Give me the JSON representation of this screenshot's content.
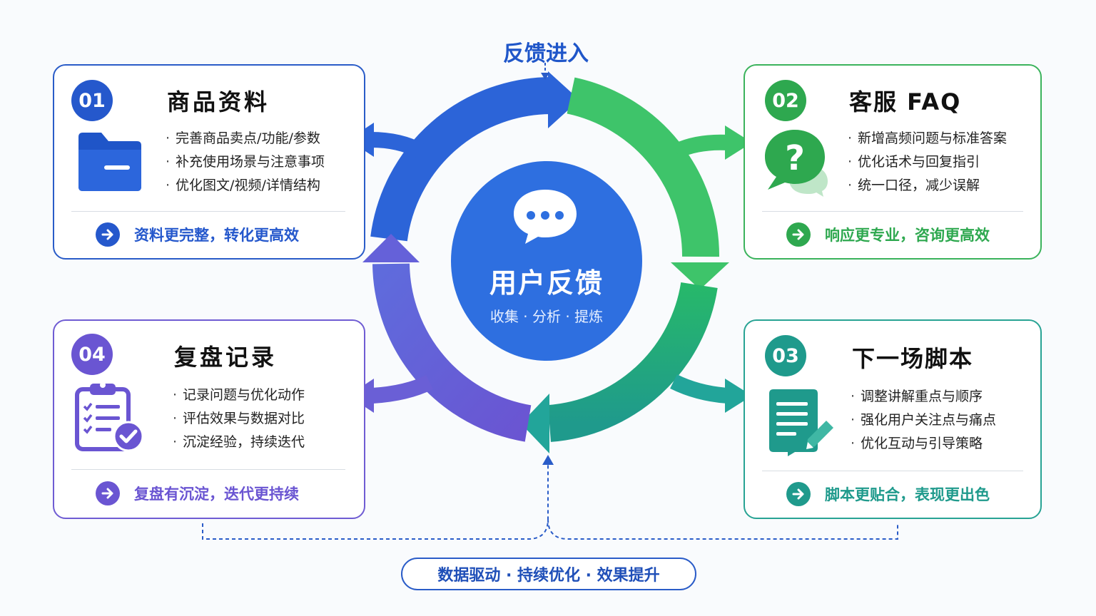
{
  "top_label": "反馈进入",
  "center": {
    "title": "用户反馈",
    "subtitle": "收集 · 分析 · 提炼",
    "icon": "chat-bubble-icon"
  },
  "cards": [
    {
      "badge": "01",
      "title": "商品资料",
      "icon": "folder-icon",
      "color": "#2558cc",
      "bullets": [
        "完善商品卖点/功能/参数",
        "补充使用场景与注意事项",
        "优化图文/视频/详情结构"
      ],
      "footer": "资料更完整，转化更高效"
    },
    {
      "badge": "02",
      "title": "客服 FAQ",
      "icon": "question-bubble-icon",
      "color": "#2ea84f",
      "bullets": [
        "新增高频问题与标准答案",
        "优化话术与回复指引",
        "统一口径，减少误解"
      ],
      "footer": "响应更专业，咨询更高效"
    },
    {
      "badge": "03",
      "title": "下一场脚本",
      "icon": "document-edit-icon",
      "color": "#1f9a8c",
      "bullets": [
        "调整讲解重点与顺序",
        "强化用户关注点与痛点",
        "优化互动与引导策略"
      ],
      "footer": "脚本更贴合，表现更出色"
    },
    {
      "badge": "04",
      "title": "复盘记录",
      "icon": "clipboard-check-icon",
      "color": "#6a55d2",
      "bullets": [
        "记录问题与优化动作",
        "评估效果与数据对比",
        "沉淀经验，持续迭代"
      ],
      "footer": "复盘有沉淀，迭代更持续"
    }
  ],
  "bottom_pill": "数据驱动 · 持续优化 · 效果提升",
  "colors": {
    "blue": "#2558cc",
    "green": "#2ea84f",
    "teal": "#1f9a8c",
    "purple": "#6a55d2",
    "center": "#2e6fe0"
  }
}
